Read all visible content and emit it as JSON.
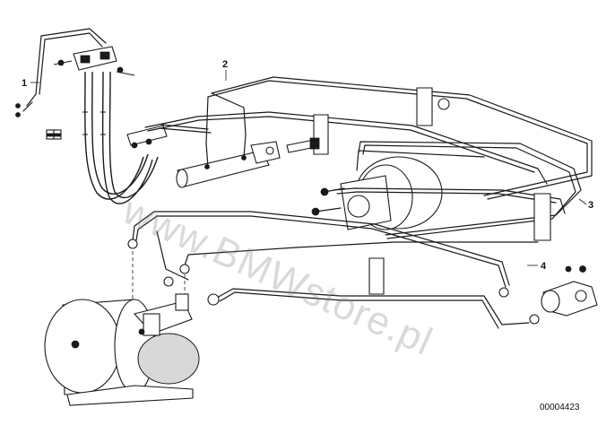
{
  "callouts": {
    "c1": "1",
    "c2": "2",
    "c3": "3",
    "c4": "4"
  },
  "part_number": "00004423",
  "watermark": "www.BMWstore.pl",
  "icons": {
    "hose": "brake-hose-icon",
    "master_cylinder": "master-cylinder-icon",
    "booster": "brake-booster-icon",
    "pressure_regulator": "pressure-regulator-icon",
    "pipe_clip": "pipe-clip-icon",
    "bolt": "bolt-icon"
  }
}
